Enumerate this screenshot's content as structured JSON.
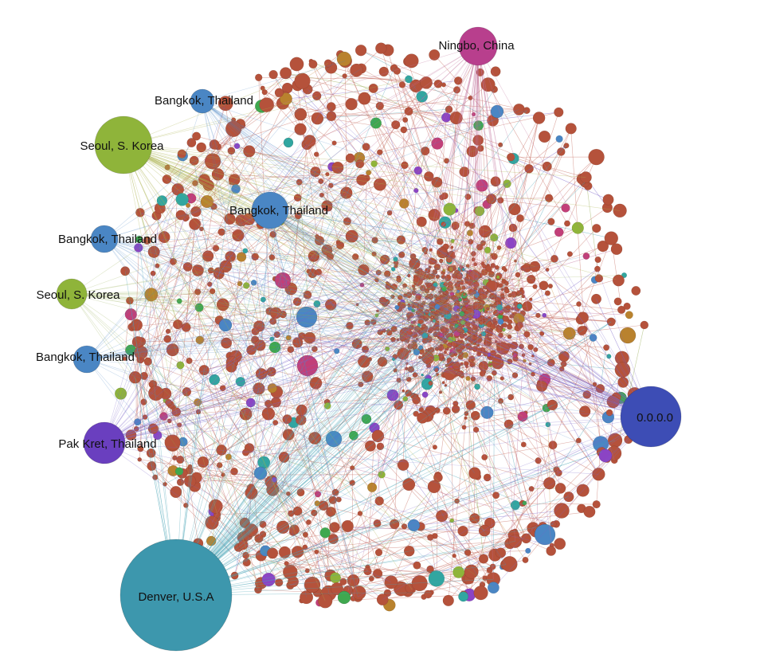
{
  "graph": {
    "layout": "force-directed",
    "edge_colors": [
      "#c46a5c",
      "#8fa84a",
      "#4aa3b5",
      "#7a63c8",
      "#c0709a",
      "#d3a05a"
    ],
    "minor_node_colors": [
      "#b5523b",
      "#4a86c4",
      "#8fb43a",
      "#31a6a0",
      "#8b44c4",
      "#c23f78",
      "#3fa84f",
      "#b9822e"
    ],
    "nodes": [
      {
        "id": "ningbo",
        "label": "Ningbo, China",
        "color": "#b83f8d",
        "size": "large"
      },
      {
        "id": "bangkok_1",
        "label": "Bangkok, Thailand",
        "color": "#4a86c4",
        "size": "medium"
      },
      {
        "id": "seoul_1",
        "label": "Seoul, S. Korea",
        "color": "#8fb43a",
        "size": "large"
      },
      {
        "id": "bangkok_2",
        "label": "Bangkok, Thailand",
        "color": "#4a86c4",
        "size": "large"
      },
      {
        "id": "bangkok_3",
        "label": "Bangkok, Thailand",
        "color": "#4a86c4",
        "size": "medium"
      },
      {
        "id": "seoul_2",
        "label": "Seoul, S. Korea",
        "color": "#8fb43a",
        "size": "medium"
      },
      {
        "id": "bangkok_4",
        "label": "Bangkok, Thailand",
        "color": "#4a86c4",
        "size": "medium"
      },
      {
        "id": "pak_kret",
        "label": "Pak Kret, Thailand",
        "color": "#6a3fbf",
        "size": "large"
      },
      {
        "id": "zero_ip",
        "label": "0.0.0.0",
        "color": "#3d4db5",
        "size": "very-large"
      },
      {
        "id": "denver",
        "label": "Denver, U.S.A",
        "color": "#3d97ad",
        "size": "huge"
      }
    ]
  }
}
